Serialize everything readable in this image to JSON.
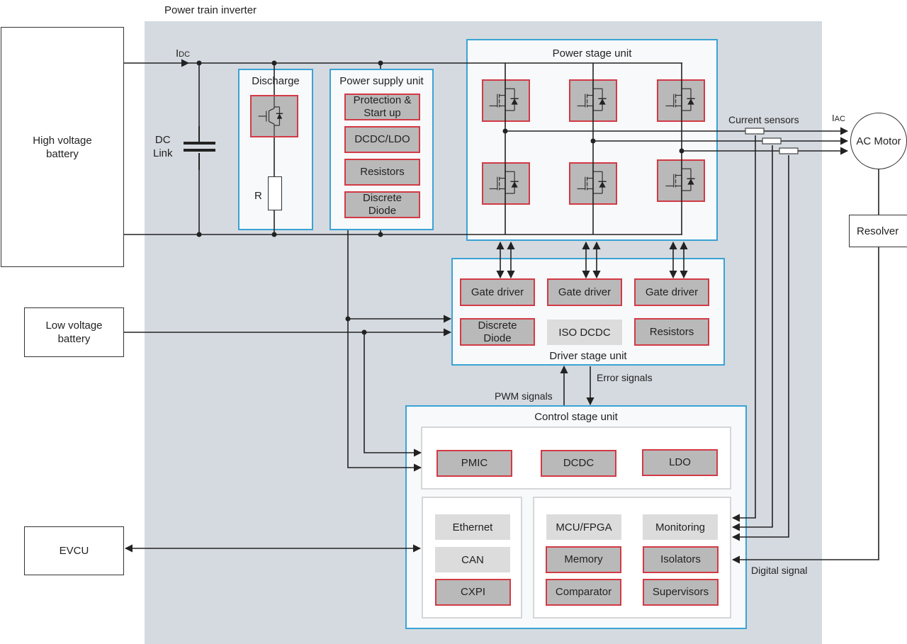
{
  "title": "Power train inverter",
  "external": {
    "hv_battery": "High voltage\nbattery",
    "lv_battery": "Low voltage\nbattery",
    "evcu": "EVCU",
    "ac_motor": "AC Motor",
    "resolver": "Resolver"
  },
  "labels": {
    "idc_main": "I",
    "idc_sub": "DC",
    "iac_main": "I",
    "iac_sub": "AC",
    "dc_link": "DC\nLink",
    "resistor_r": "R",
    "current_sensors": "Current sensors",
    "pwm_signals": "PWM signals",
    "error_signals": "Error signals",
    "digital_signal": "Digital signal"
  },
  "discharge": {
    "title": "Discharge"
  },
  "power_supply_unit": {
    "title": "Power supply unit",
    "items": [
      "Protection &\nStart up",
      "DCDC/LDO",
      "Resistors",
      "Discrete\nDiode"
    ]
  },
  "power_stage_unit": {
    "title": "Power stage unit",
    "switch_count": 6
  },
  "driver_stage_unit": {
    "title": "Driver stage unit",
    "gate_drivers": [
      "Gate driver",
      "Gate driver",
      "Gate driver"
    ],
    "discrete_diode": "Discrete\nDiode",
    "iso_dcdc": "ISO DCDC",
    "resistors": "Resistors"
  },
  "control_stage_unit": {
    "title": "Control stage unit",
    "power": [
      "PMIC",
      "DCDC",
      "LDO"
    ],
    "comms": {
      "ethernet": "Ethernet",
      "can": "CAN",
      "cxpi": "CXPI"
    },
    "processing": {
      "mcu": "MCU/FPGA",
      "monitoring": "Monitoring",
      "memory": "Memory",
      "isolators": "Isolators",
      "comparator": "Comparator",
      "supervisors": "Supervisors"
    }
  },
  "colors": {
    "inverter_bg": "#d5dae0",
    "unit_border": "#3aa3d4",
    "component_fill": "#b9b9b9",
    "component_border": "#d23a45",
    "soft_component_fill": "#dcdcdc",
    "wire": "#222222"
  }
}
